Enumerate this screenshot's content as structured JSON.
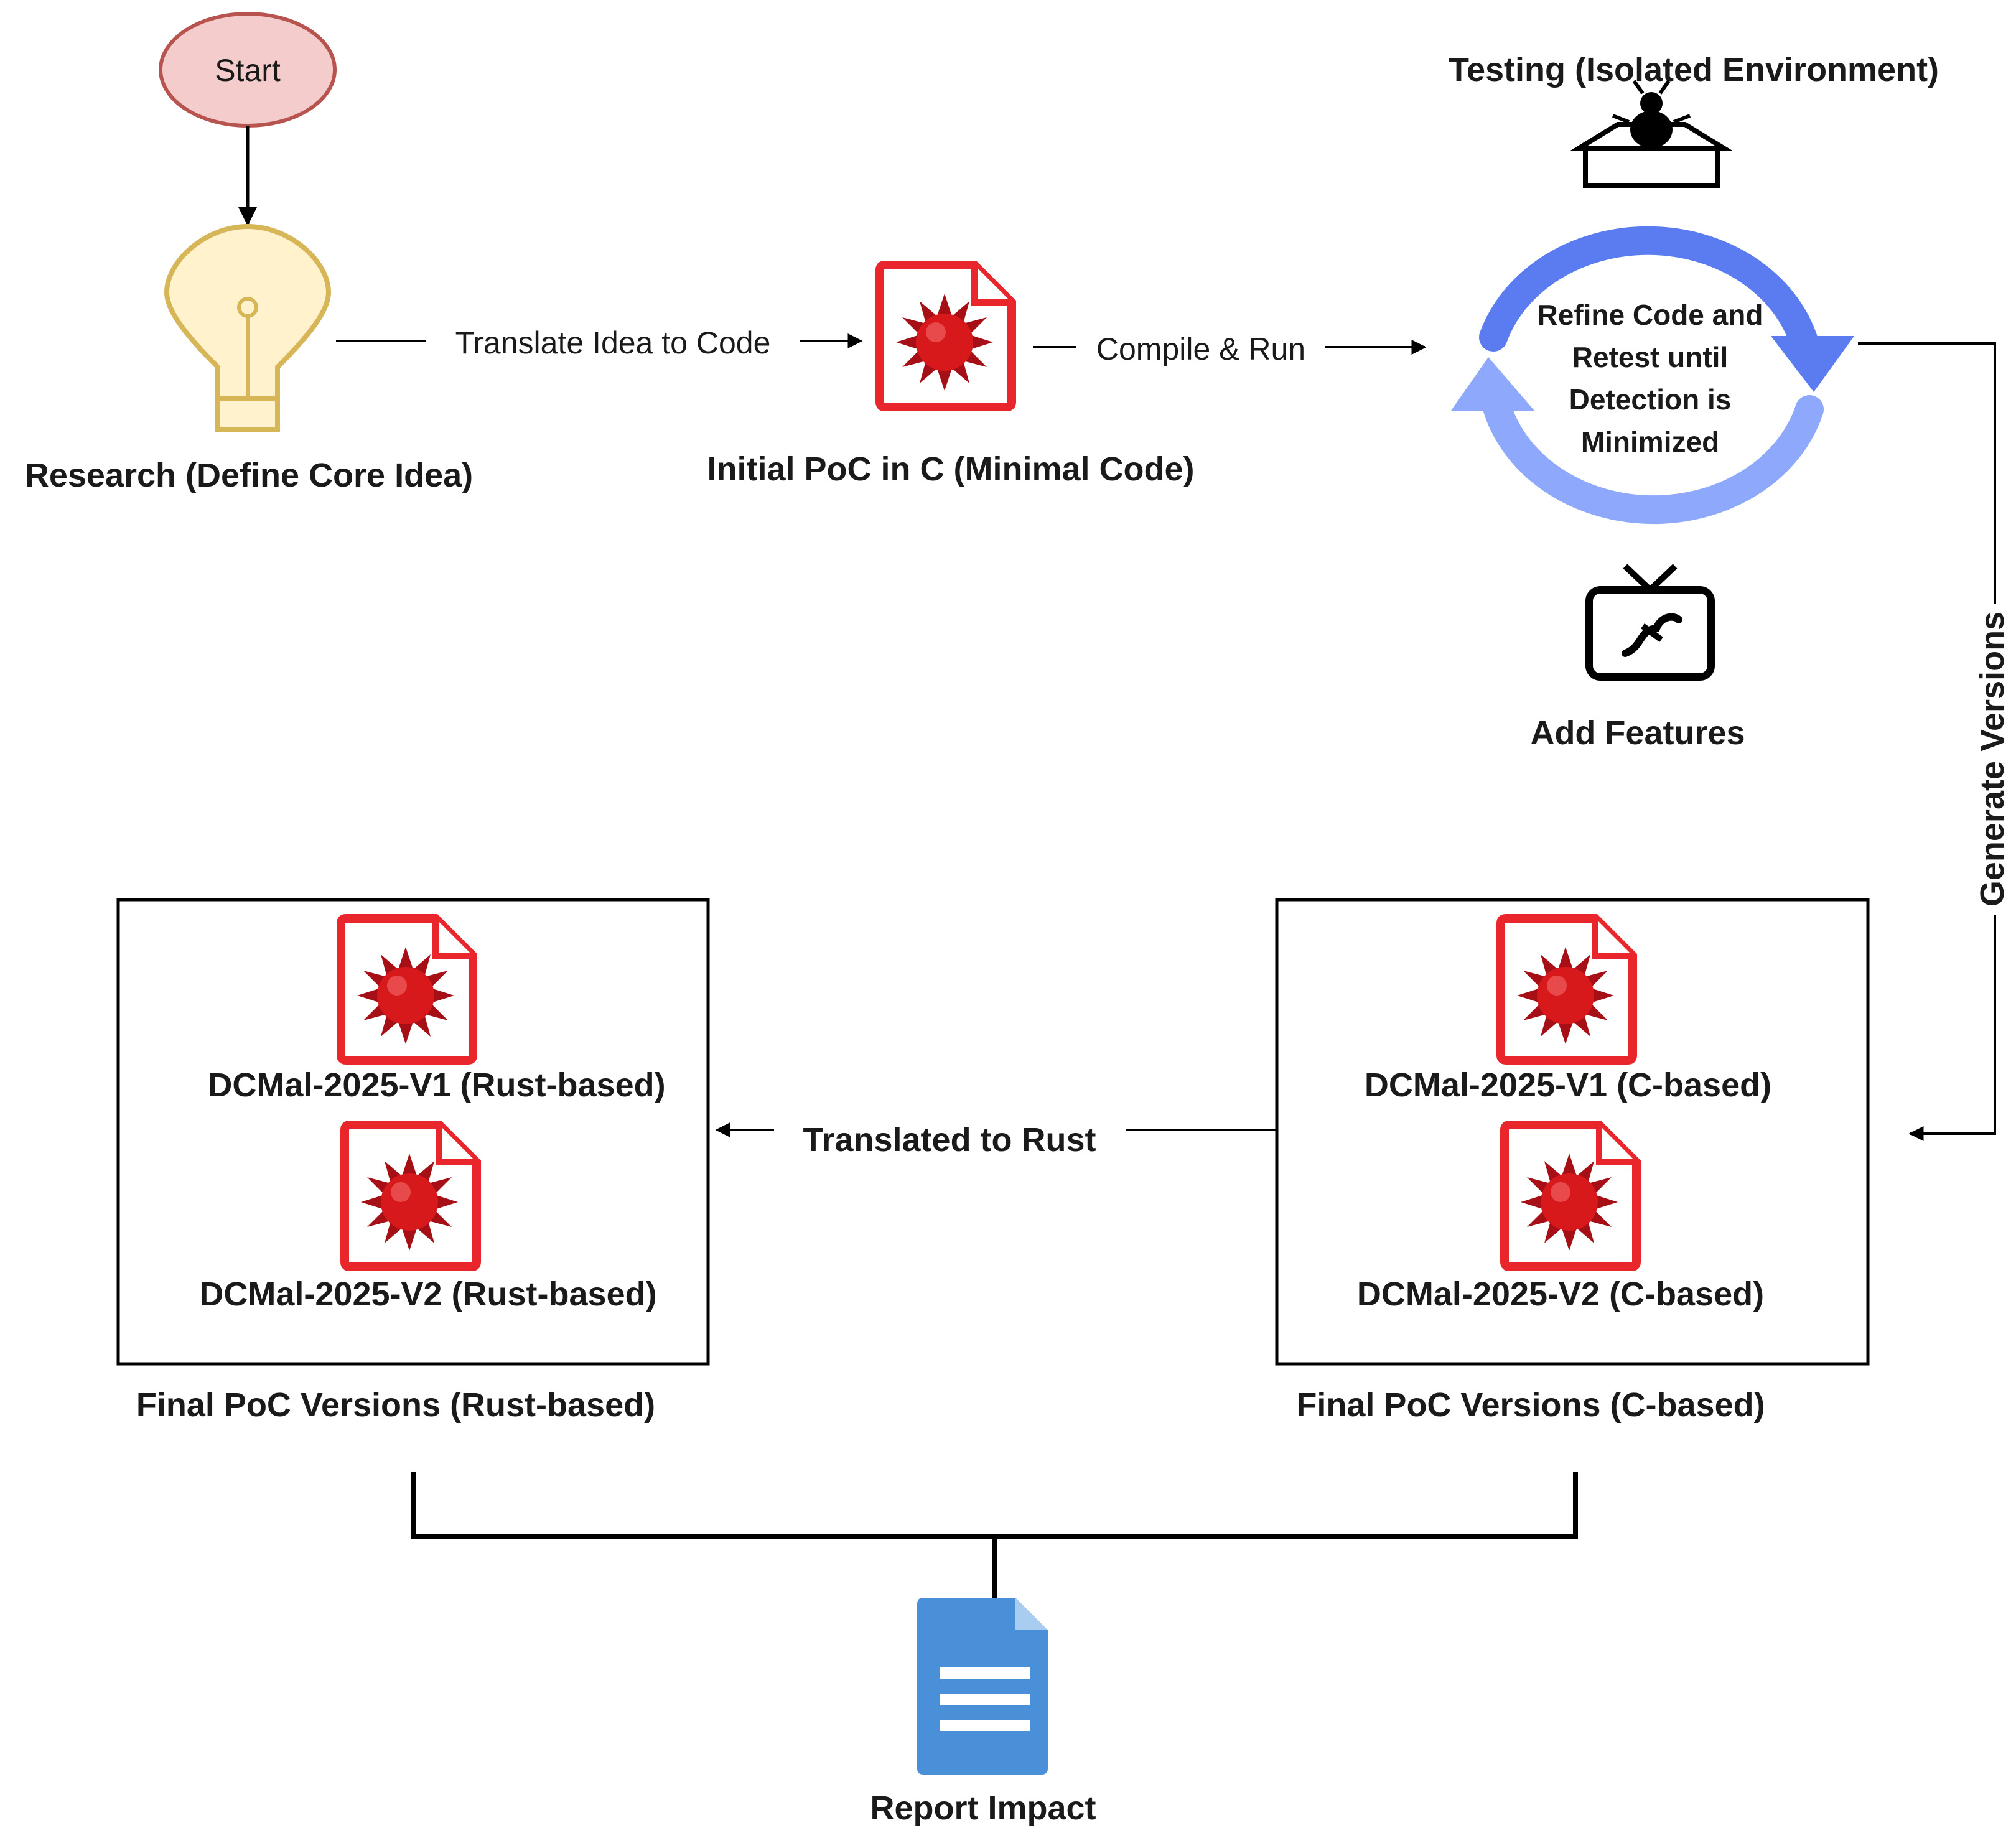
{
  "start": {
    "label": "Start"
  },
  "research": {
    "label": "Research (Define Core Idea)",
    "icon": "lightbulb-icon"
  },
  "edge_translate_idea": {
    "label": "Translate Idea to Code"
  },
  "initial_poc": {
    "label": "Initial PoC in C (Minimal Code)",
    "icon": "malware-file-icon"
  },
  "edge_compile": {
    "label": "Compile & Run"
  },
  "testing": {
    "label": "Testing (Isolated Environment)",
    "icon": "sandbox-bug-icon"
  },
  "refine_cycle": {
    "lines": [
      "Refine Code and",
      "Retest until",
      "Detection is",
      "Minimized"
    ],
    "icon": "refresh-cycle-icon"
  },
  "add_features": {
    "label": "Add Features",
    "icon": "tv-wrench-icon"
  },
  "edge_generate": {
    "label": "Generate Versions"
  },
  "final_c": {
    "caption": "Final PoC Versions (C-based)",
    "items": [
      "DCMal-2025-V1 (C-based)",
      "DCMal-2025-V2 (C-based)"
    ]
  },
  "edge_translated_rust": {
    "label": "Translated to Rust"
  },
  "final_rust": {
    "caption": "Final PoC Versions (Rust-based)",
    "items": [
      "DCMal-2025-V1 (Rust-based)",
      "DCMal-2025-V2 (Rust-based)"
    ]
  },
  "report": {
    "label": "Report Impact",
    "icon": "document-icon"
  },
  "colors": {
    "start_fill": "#f4cccc",
    "start_stroke": "#b85450",
    "bulb_fill": "#fff2cc",
    "bulb_stroke": "#d6b656",
    "file_red": "#e8262b",
    "virus_red": "#c8141c",
    "cycle_dark": "#5b7cf0",
    "cycle_light": "#8ea8fb",
    "doc_blue": "#4a90d9"
  }
}
